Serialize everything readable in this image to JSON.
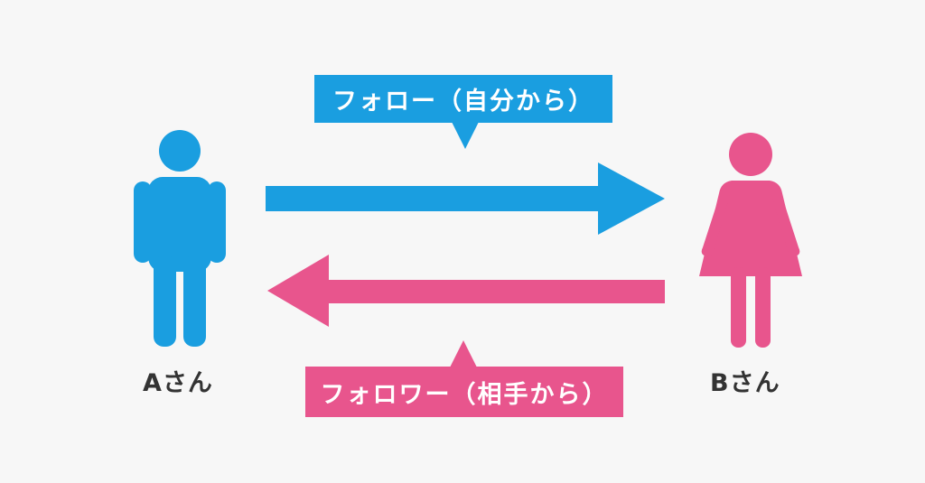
{
  "diagram": {
    "colors": {
      "a_blue": "#1a9ee0",
      "b_pink": "#e8558d",
      "label_text": "#333333",
      "background": "#f7f7f7"
    },
    "person_a": {
      "label": "Aさん",
      "icon": "male-person-icon"
    },
    "person_b": {
      "label": "Bさん",
      "icon": "female-person-icon"
    },
    "follow": {
      "label": "フォロー（自分から）",
      "direction": "A → B"
    },
    "follower": {
      "label": "フォロワー（相手から）",
      "direction": "B → A"
    }
  }
}
